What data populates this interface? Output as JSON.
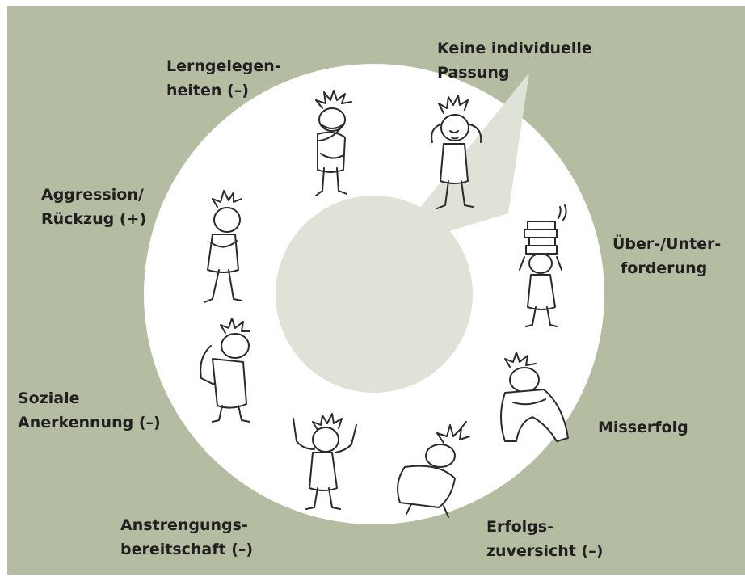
{
  "diagram": {
    "colors": {
      "background": "#b4bca2",
      "ring": "#ffffff",
      "center": "#dfe2d6",
      "text": "#231f20",
      "figure_stroke": "#2a2a2a"
    },
    "labels": {
      "lerngelegenheiten": {
        "line1": "Lerngelegen-",
        "line2": "heiten (–)"
      },
      "passung": {
        "line1": "Keine individuelle",
        "line2": "Passung"
      },
      "aggression": {
        "line1": "Aggression/",
        "line2": "Rückzug (+)"
      },
      "forderung": {
        "line1": "Über-/Unter-",
        "line2": "forderung"
      },
      "misserfolg": {
        "line1": "Misserfolg"
      },
      "anerkennung": {
        "line1": "Soziale",
        "line2": "Anerkennung (–)"
      },
      "anstrengung": {
        "line1": "Anstrengungs-",
        "line2": "bereitschaft (–)"
      },
      "zuversicht": {
        "line1": "Erfolgs-",
        "line2": "zuversicht (–)"
      }
    },
    "figures": [
      "covering-face-figure",
      "hands-on-head-figure",
      "books-stack-figure",
      "hugging-knees-figure",
      "crouching-figure",
      "raised-hands-figure",
      "slouching-figure",
      "arms-crossed-figure"
    ]
  }
}
